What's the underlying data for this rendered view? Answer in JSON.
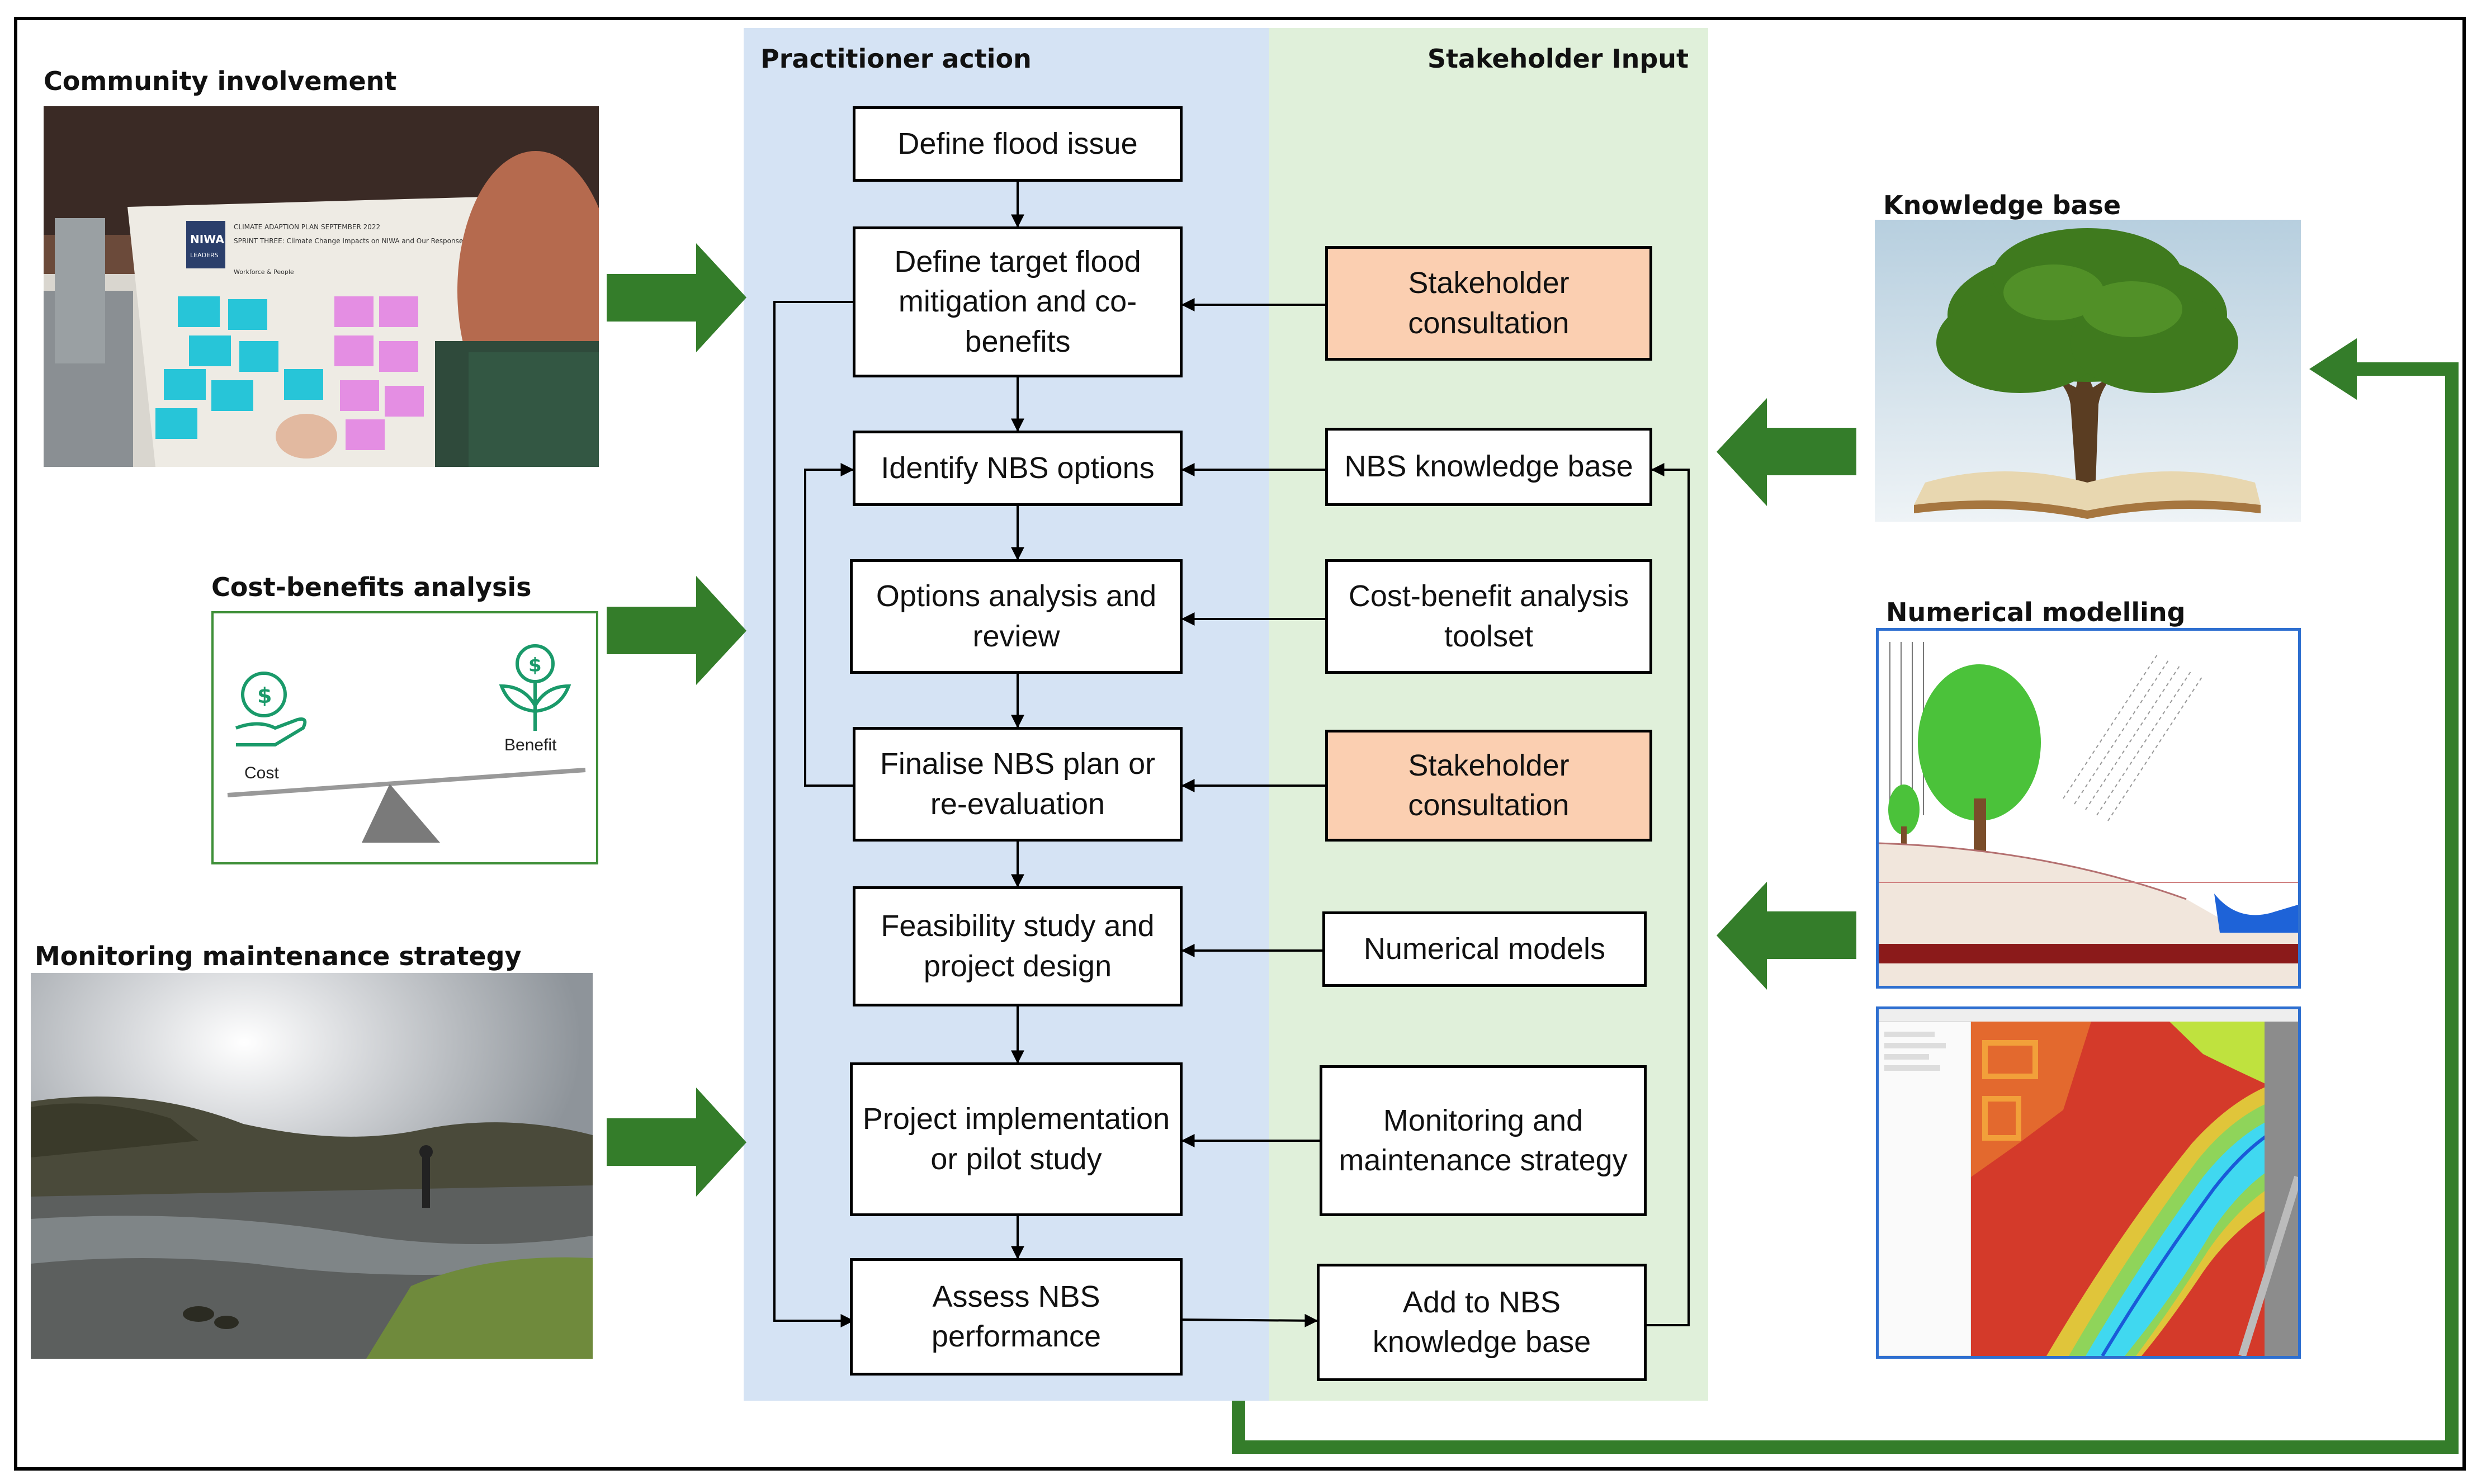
{
  "columns": {
    "practitioner": "Practitioner action",
    "stakeholder": "Stakeholder Input"
  },
  "steps": [
    "Define flood issue",
    "Define target flood mitigation and co-benefits",
    "Identify NBS options",
    "Options analysis and review",
    "Finalise NBS plan or re-evaluation",
    "Feasibility study and project design",
    "Project implementation or pilot study",
    "Assess NBS performance"
  ],
  "inputs": [
    "Stakeholder consultation",
    "NBS knowledge base",
    "Cost-benefit analysis toolset",
    "Stakeholder consultation",
    "Numerical models",
    "Monitoring and maintenance strategy",
    "Add to NBS knowledge base"
  ],
  "side_panels": {
    "community": "Community involvement",
    "cost_benefit": "Cost-benefits analysis",
    "monitoring": "Monitoring maintenance strategy",
    "knowledge": "Knowledge base",
    "numerical": "Numerical modelling"
  },
  "cost_benefit_graphic": {
    "cost_label": "Cost",
    "benefit_label": "Benefit"
  },
  "poster": {
    "brand": "NIWA",
    "brand_sub": "LEADERS",
    "line1": "CLIMATE ADAPTION PLAN SEPTEMBER 2022",
    "line2": "SPRINT THREE: Climate Change Impacts on NIWA and Our Response",
    "line3": "Workforce & People"
  },
  "colors": {
    "practitioner_bg": "#d5e3f4",
    "stakeholder_bg": "#e0f0da",
    "orange_box": "#fbcfb1",
    "green_arrow": "#347d2a",
    "panel_border_blue": "#2e6fd0",
    "panel_border_green": "#3e8f38"
  }
}
